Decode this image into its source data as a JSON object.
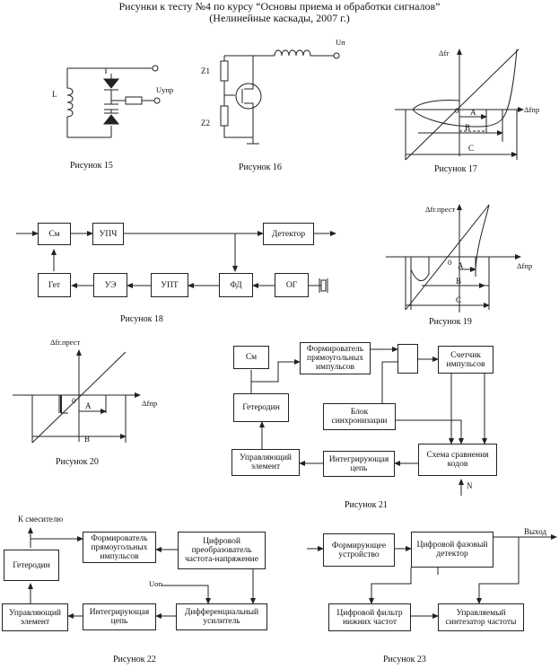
{
  "header": {
    "line1": "Рисунки к тесту №4 по курсу “Основы приема и обработки сигналов”",
    "line2": "(Нелинейные каскады, 2007 г.)"
  },
  "fig15": {
    "caption": "Рисунок 15",
    "L": "L",
    "Uupr": "Uупр"
  },
  "fig16": {
    "caption": "Рисунок 16",
    "Z1": "Z1",
    "Z2": "Z2",
    "Un": "Uп"
  },
  "fig17": {
    "caption": "Рисунок 17",
    "yaxis": "Δfг",
    "xaxis": "Δfпр",
    "origin": "0",
    "A": "A",
    "B": "B",
    "C": "C"
  },
  "fig18": {
    "caption": "Рисунок 18",
    "blocks": {
      "cm": "См",
      "upch": "УПЧ",
      "detector": "Детектор",
      "get": "Гет",
      "ue": "УЭ",
      "upt": "УПТ",
      "fd": "ФД",
      "og": "ОГ"
    }
  },
  "fig19": {
    "caption": "Рисунок 19",
    "yaxis": "Δfг.прест",
    "xaxis": "Δfпр",
    "origin": "0",
    "A": "A",
    "B": "B",
    "C": "C"
  },
  "fig20": {
    "caption": "Рисунок 20",
    "yaxis": "Δfг.прест",
    "xaxis": "Δfпр",
    "origin": "0",
    "A": "A",
    "B": "B"
  },
  "fig21": {
    "caption": "Рисунок 21",
    "blocks": {
      "cm": "См",
      "former": "Формирователь прямоугольных импульсов",
      "counter": "Счетчик импульсов",
      "heterodyne": "Гетеродин",
      "sync": "Блок синхронизации",
      "control": "Управляющий элемент",
      "integrator": "Интегрирующая цепь",
      "comparator": "Схема сравнения кодов"
    },
    "input": "N"
  },
  "fig22": {
    "caption": "Рисунок 22",
    "mixer": "К смесителю",
    "blocks": {
      "former": "Формирователь прямоугольных импульсов",
      "converter": "Цифровой преобразователь частота-напряжение",
      "heterodyne": "Гетеродин",
      "control": "Управляющий элемент",
      "integrator": "Интегрирующая цепь",
      "diffamp": "Дифференциальный усилитель"
    },
    "uop": "Uоп"
  },
  "fig23": {
    "caption": "Рисунок 23",
    "output": "Выход",
    "blocks": {
      "former": "Формирующее устройство",
      "phase": "Цифровой фазовый детектор",
      "filter": "Цифровой фильтр нижних частот",
      "synth": "Управляемый синтезатор частоты"
    }
  }
}
